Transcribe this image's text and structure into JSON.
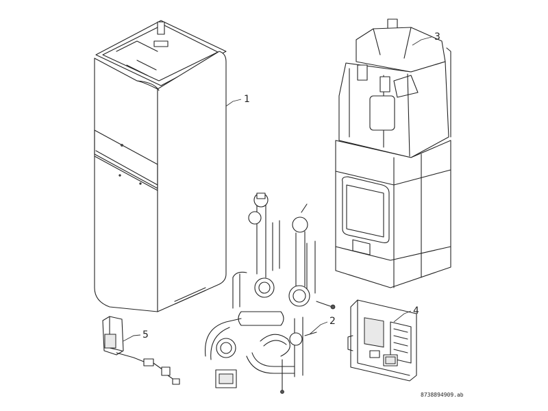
{
  "callouts": {
    "casing": "1",
    "hydraulic_unit": "2",
    "insulation_shell": "3",
    "control_pcb": "4",
    "control_module": "5"
  },
  "drawing_reference": "8738894909.ab"
}
